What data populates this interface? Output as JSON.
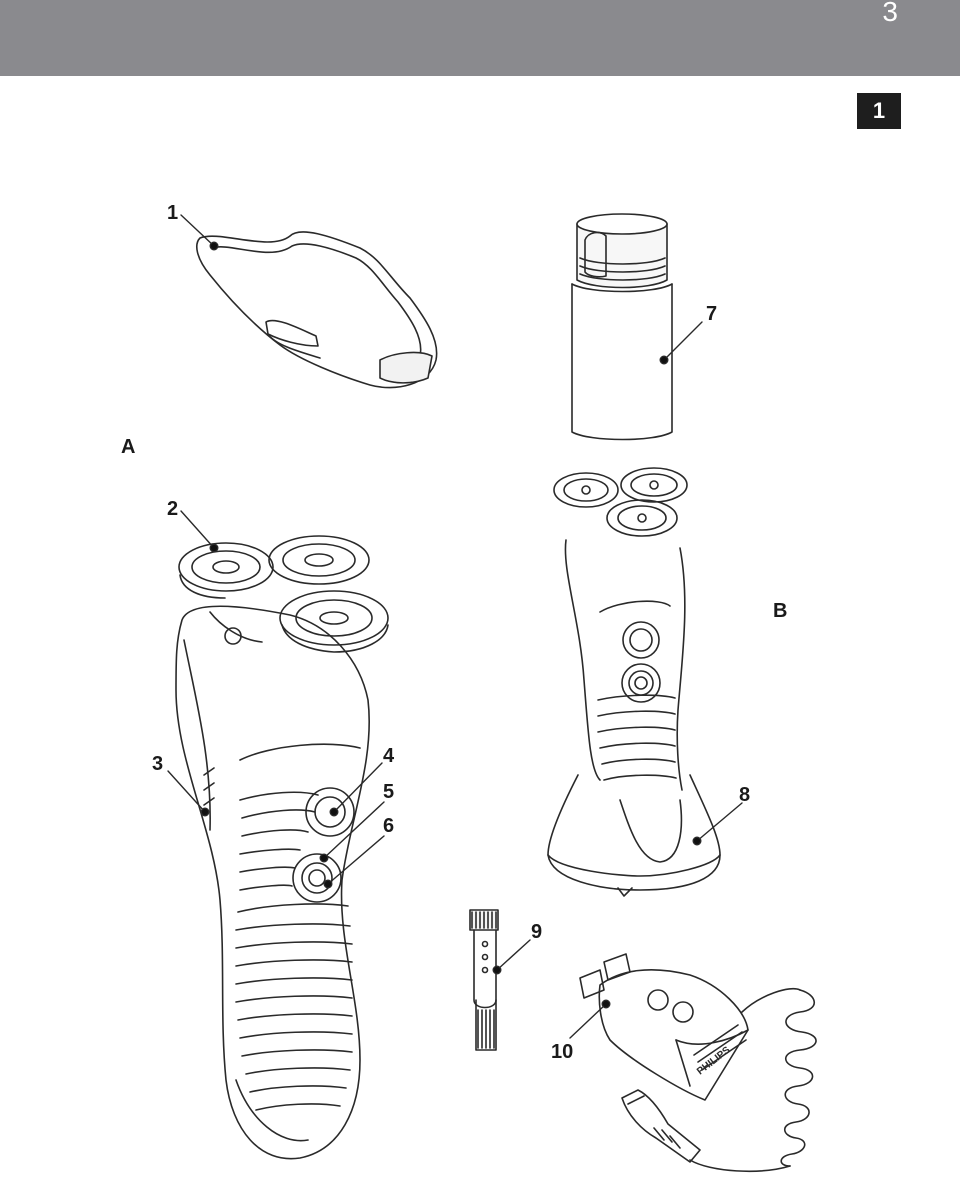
{
  "header": {
    "page_number": "3",
    "section": "1"
  },
  "views": {
    "a": "A",
    "b": "B"
  },
  "callouts": [
    "1",
    "2",
    "3",
    "4",
    "5",
    "6",
    "7",
    "8",
    "9",
    "10"
  ],
  "adapter_brand": "PHILIPS"
}
